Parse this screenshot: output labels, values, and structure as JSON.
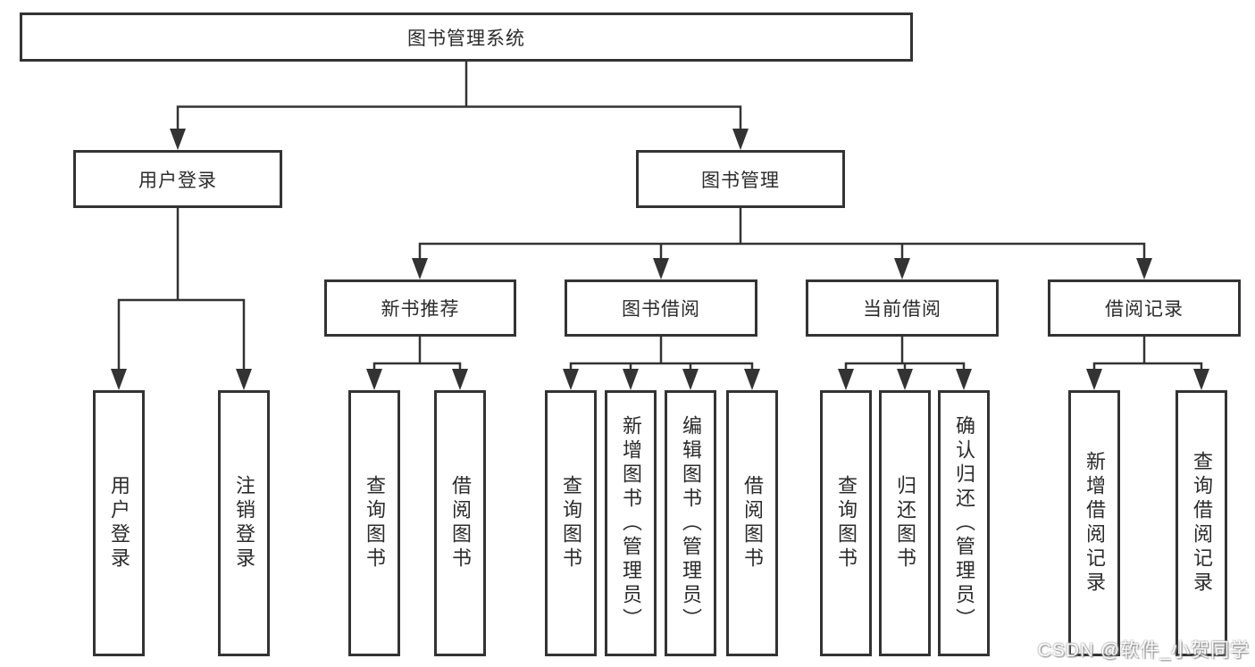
{
  "tree": {
    "root": "图书管理系统",
    "branches": [
      {
        "label": "用户登录",
        "leaves": [
          "用户登录",
          "注销登录"
        ]
      },
      {
        "label": "图书管理",
        "children": [
          {
            "label": "新书推荐",
            "leaves": [
              "查询图书",
              "借阅图书"
            ]
          },
          {
            "label": "图书借阅",
            "leaves": [
              "查询图书",
              "新增图书（管理员）",
              "编辑图书（管理员）",
              "借阅图书"
            ]
          },
          {
            "label": "当前借阅",
            "leaves": [
              "查询图书",
              "归还图书",
              "确认归还（管理员）"
            ]
          },
          {
            "label": "借阅记录",
            "leaves": [
              "新增借阅记录",
              "查询借阅记录"
            ]
          }
        ]
      }
    ]
  },
  "watermark": "CSDN @软件_小贺同学",
  "colors": {
    "line": "#333333",
    "text": "#2b2b2b",
    "background": "#ffffff"
  }
}
